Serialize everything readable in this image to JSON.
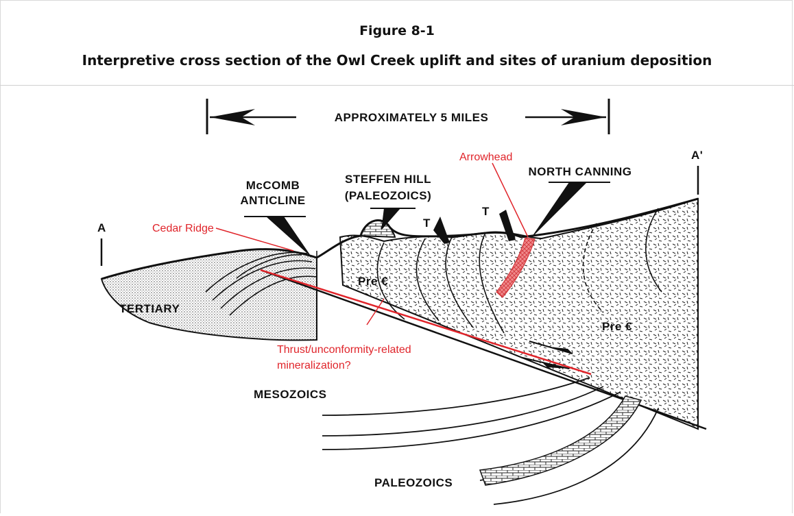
{
  "figure": {
    "number": "Figure 8-1",
    "caption": "Interpretive cross section of the Owl Creek uplift and sites of uranium deposition"
  },
  "diagram": {
    "scale_label": "APPROXIMATELY 5 MILES",
    "end_left": "A",
    "end_right": "A'",
    "labels": {
      "mccomb_1": "McCOMB",
      "mccomb_2": "ANTICLINE",
      "steffen_1": "STEFFEN HILL",
      "steffen_2": "(PALEOZOICS)",
      "north_canning": "NORTH   CANNING",
      "tertiary": "TERTIARY",
      "pre_cambrian_left": "Pre €",
      "pre_cambrian_right": "Pre €",
      "mesozoics": "MESOZOICS",
      "paleozoics": "PALEOZOICS",
      "t_left": "T",
      "t_right": "T"
    },
    "annotations": {
      "cedar_ridge": "Cedar Ridge",
      "arrowhead": "Arrowhead",
      "thrust_1": "Thrust/unconformity-related",
      "thrust_2": "mineralization?"
    },
    "colors": {
      "annotation_red": "#e0242a",
      "ink": "#111111",
      "mineralization_fill": "#f08a8c"
    }
  }
}
